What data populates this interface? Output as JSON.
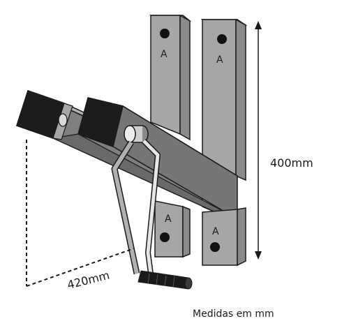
{
  "post_labels": [
    "A",
    "A",
    "A",
    "A"
  ],
  "height_dimension": "400mm",
  "depth_dimension": "420mm",
  "caption": "Medidas em mm",
  "colors": {
    "face": "#a6a6a6",
    "side": "#8a8a8a",
    "top": "#c8c8c8",
    "beam_top": "#b3b3b3",
    "beam_side": "#7f7f7f",
    "end_cap": "#1c1c1c",
    "hole": "#111111",
    "outline": "#1a1a1a",
    "handle_grip": "#1a1a1a"
  }
}
